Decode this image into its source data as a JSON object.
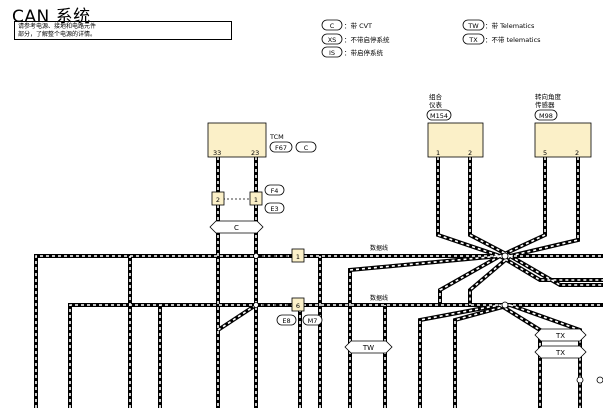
{
  "title": "CAN 系统",
  "note": {
    "line1": "请参考电源、接地和电路元件",
    "line2": "部分，了解整个电源的详情。"
  },
  "legend": [
    {
      "code": "C",
      "text": "：带 CVT"
    },
    {
      "code": "XS",
      "text": "：不带启停系统"
    },
    {
      "code": "IS",
      "text": "：带启停系统"
    },
    {
      "code": "TW",
      "text": "：带 Telematics"
    },
    {
      "code": "TX",
      "text": "：不带 telematics"
    }
  ],
  "components": {
    "tcm": {
      "name": "TCM",
      "connector": "F67",
      "option": "C",
      "pin_left": "33",
      "pin_right": "23"
    },
    "combination_meter": {
      "name_line1": "组合",
      "name_line2": "仪表",
      "connector": "M154",
      "pin_left": "1",
      "pin_right": "2"
    },
    "steering_angle_sensor": {
      "name_line1": "转向角度",
      "name_line2": "传感器",
      "connector": "M98",
      "pin_left": "5",
      "pin_right": "2"
    }
  },
  "connectors": {
    "f4": {
      "pin": "1",
      "label": "F4"
    },
    "f4_pin2": {
      "pin": "2"
    },
    "e3": {
      "label": "E3"
    },
    "join1": {
      "pin": "1"
    },
    "join6": {
      "pin": "6",
      "label_a": "E8",
      "label_b": "M7"
    }
  },
  "options": {
    "c": "C",
    "tw": "TW",
    "tx1": "TX",
    "tx2": "TX"
  },
  "bus_labels": {
    "line1": "数据线",
    "line2": "数据线"
  }
}
